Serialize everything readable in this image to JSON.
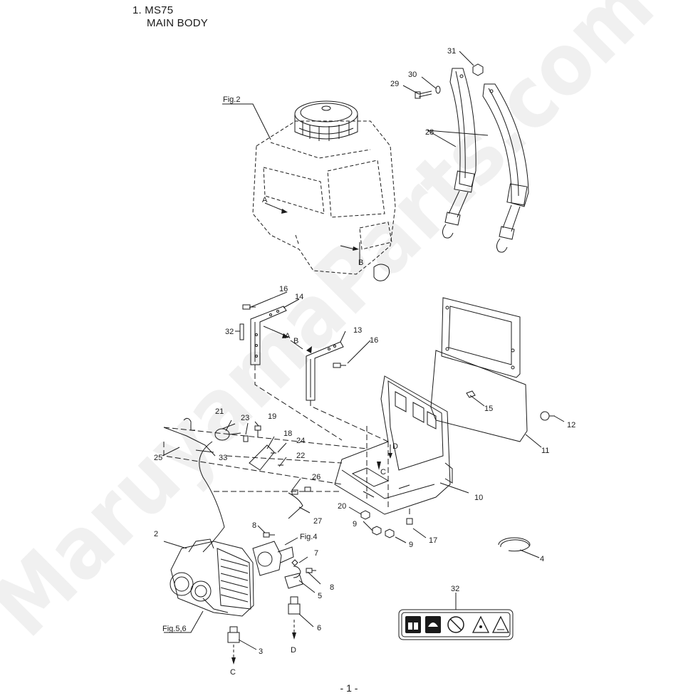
{
  "header": {
    "line1": "1. MS75",
    "line2": "MAIN BODY"
  },
  "watermark": "MaruyamaParts.com",
  "page_number": "- 1 -",
  "figure_refs": {
    "fig2": "Fig.2",
    "fig4": "Fig.4",
    "fig56": "Fig.5,6"
  },
  "connectors": {
    "A": "A",
    "B": "B",
    "C": "C",
    "D": "D"
  },
  "parts": {
    "p2": "2",
    "p3": "3",
    "p4": "4",
    "p5": "5",
    "p6": "6",
    "p7": "7",
    "p8a": "8",
    "p8b": "8",
    "p9a": "9",
    "p9b": "9",
    "p10": "10",
    "p11": "11",
    "p12": "12",
    "p13": "13",
    "p14": "14",
    "p15": "15",
    "p16a": "16",
    "p16b": "16",
    "p17": "17",
    "p18": "18",
    "p19": "19",
    "p20": "20",
    "p21": "21",
    "p22": "22",
    "p23": "23",
    "p24": "24",
    "p25": "25",
    "p26": "26",
    "p27": "27",
    "p28": "28",
    "p29": "29",
    "p30": "30",
    "p31": "31",
    "p32a": "32",
    "p32b": "32",
    "p33": "33"
  },
  "icons": [
    "book-icon",
    "helmet-icon",
    "no-smoking-icon",
    "warning-spray-icon",
    "warning-hazard-icon"
  ]
}
